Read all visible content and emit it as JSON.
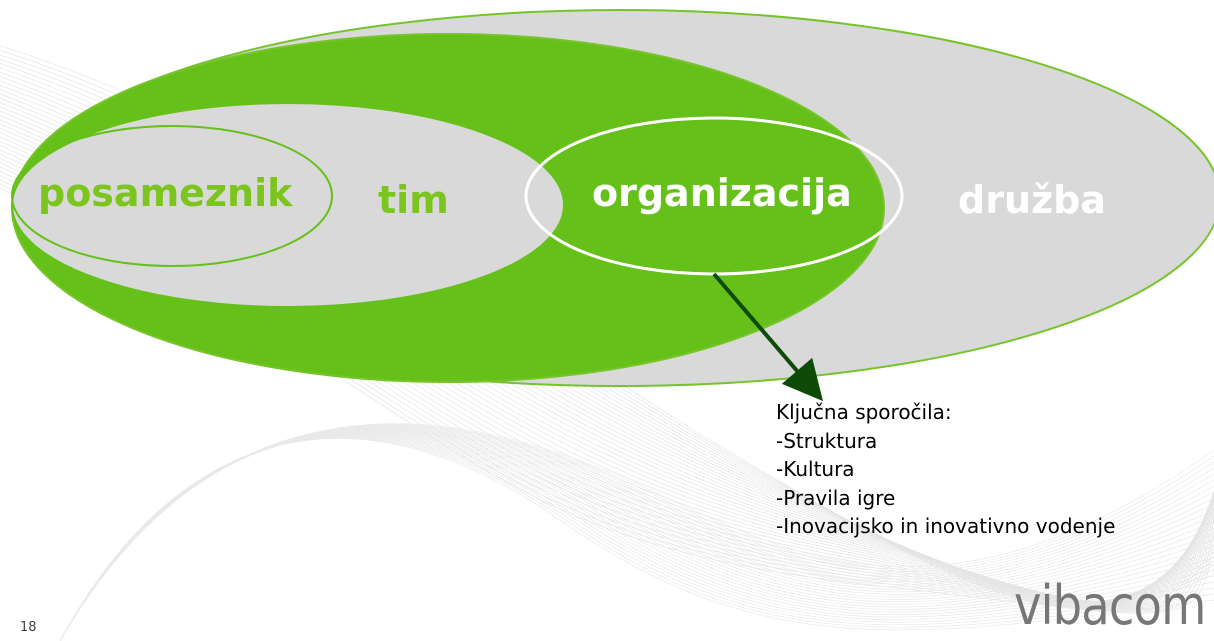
{
  "diagram": {
    "levels": [
      {
        "id": "posameznik",
        "label": "posameznik"
      },
      {
        "id": "tim",
        "label": "tim"
      },
      {
        "id": "organizacija",
        "label": "organizacija"
      },
      {
        "id": "druzba",
        "label": "družba"
      }
    ],
    "arrow": {
      "from": "organizacija",
      "to": "kljucna-sporocila"
    },
    "colors": {
      "green": "#66c01a",
      "grey": "#d9d9d9",
      "outline": "#77c42a",
      "white": "#ffffff",
      "arrow": "#0e4a08"
    }
  },
  "messages": {
    "title": "Ključna sporočila:",
    "items": [
      "-Struktura",
      "-Kultura",
      "-Pravila igre",
      "-Inovacijsko in inovativno vodenje"
    ]
  },
  "footer": {
    "page_number": "18",
    "logo": "vibacom"
  }
}
